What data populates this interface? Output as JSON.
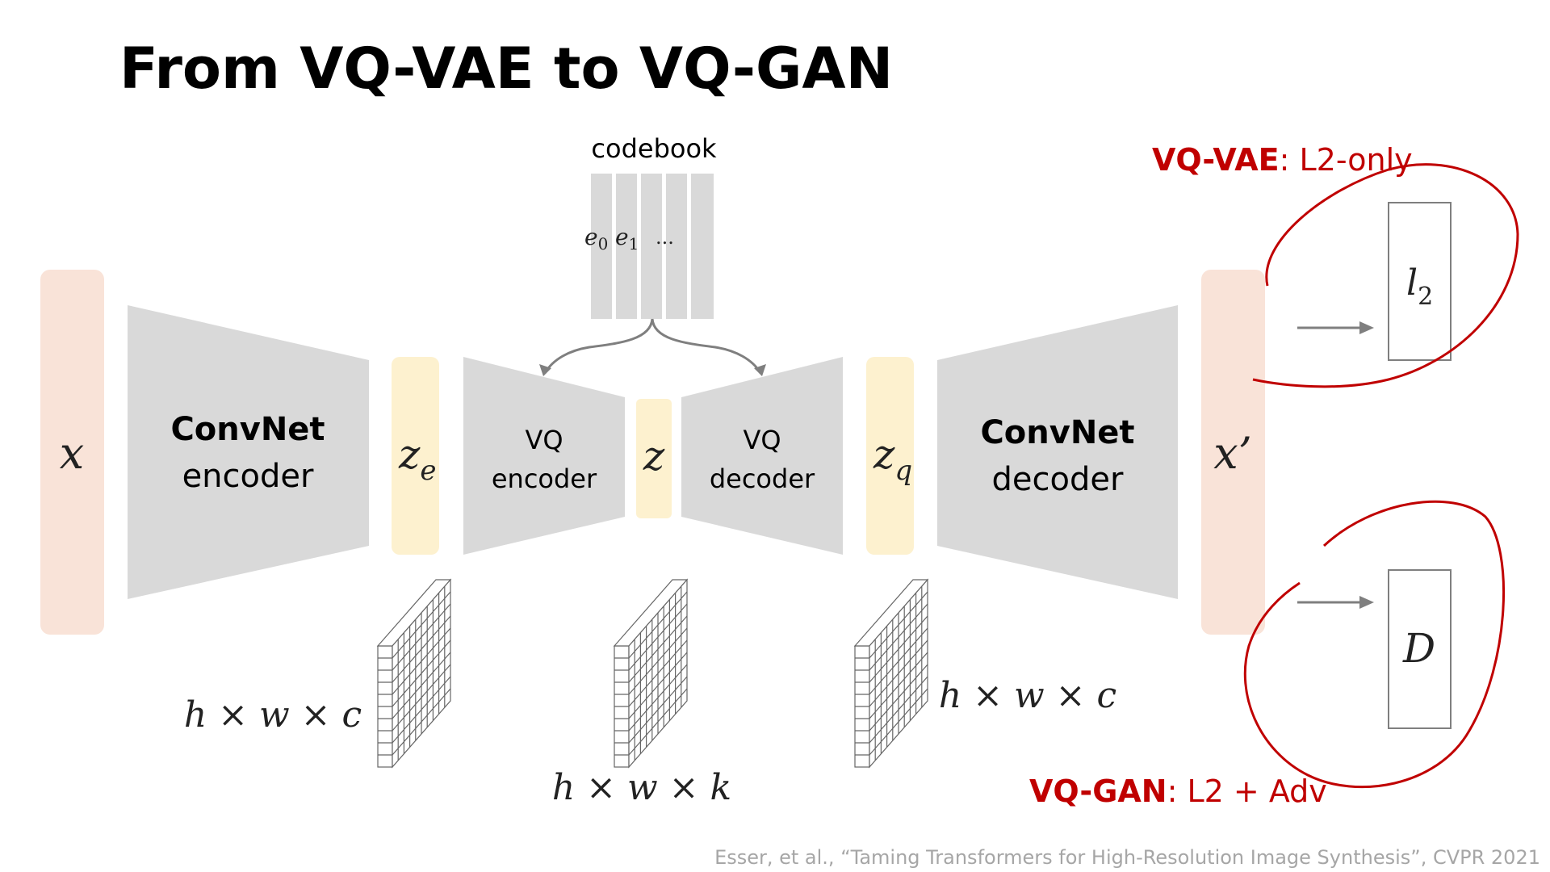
{
  "title": "From VQ-VAE to VQ-GAN",
  "codebook": {
    "label": "codebook",
    "entries": [
      {
        "base": "e",
        "sub": "0"
      },
      {
        "base": "e",
        "sub": "1"
      }
    ],
    "ellipsis": "..."
  },
  "input": {
    "symbol": "x"
  },
  "encoder": {
    "line1": "ConvNet",
    "line2": "encoder"
  },
  "ze": {
    "base": "z",
    "sub": "e"
  },
  "vq_encoder": {
    "line1": "VQ",
    "line2": "encoder"
  },
  "z": {
    "symbol": "z"
  },
  "vq_decoder": {
    "line1": "VQ",
    "line2": "decoder"
  },
  "zq": {
    "base": "z",
    "sub": "q"
  },
  "decoder": {
    "line1": "ConvNet",
    "line2": "decoder"
  },
  "output": {
    "symbol": "x’"
  },
  "dims": {
    "left": "h × w × c",
    "middle": "h × w × k",
    "right": "h × w × c"
  },
  "l2_box": {
    "base": "l",
    "sub": "2"
  },
  "disc_box": {
    "symbol": "D"
  },
  "annotations": {
    "vqvae": {
      "name": "VQ-VAE",
      "rest": ": L2-only"
    },
    "vqgan": {
      "name": "VQ-GAN",
      "rest": ": L2 + Adv"
    }
  },
  "citation": "Esser, et al., “Taming Transformers for High-Resolution Image Synthesis”, CVPR 2021",
  "colors": {
    "peach": "#f9e3d8",
    "yellow": "#fdf1cf",
    "gray": "#d9d9d9",
    "red": "#c00000",
    "arrow": "#7f7f7f"
  }
}
